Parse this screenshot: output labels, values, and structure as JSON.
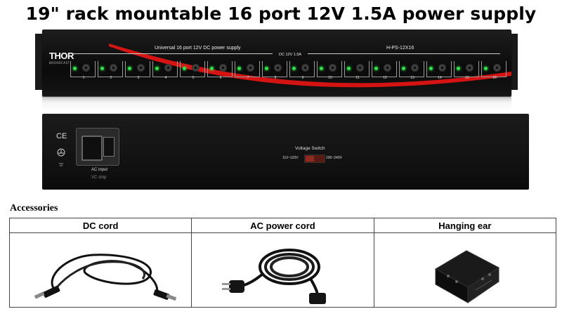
{
  "title": "19\" rack mountable 16 port 12V 1.5A power supply",
  "front_panel": {
    "brand": "THOR",
    "brand_sub": "BROADCAST",
    "label_main": "Universal 16 port 12V DC power supply",
    "label_rating": "DC 12V 1.5A",
    "model": "H-PS-12X16",
    "ports": [
      "1",
      "2",
      "3",
      "4",
      "5",
      "6",
      "7",
      "8",
      "9",
      "10",
      "11",
      "12",
      "13",
      "14",
      "15",
      "16"
    ],
    "led_color": "#32e04a",
    "stripe_color": "#e01414"
  },
  "back_panel": {
    "ce_mark": "CE",
    "ac_input_label": "AC input",
    "ac_sub_label": "VC strip",
    "voltage_switch_label": "Voltage Switch",
    "voltage_low": "110~120V",
    "voltage_high": "200~240V"
  },
  "accessories": {
    "heading": "Accessories",
    "columns": [
      "DC cord",
      "AC power cord",
      "Hanging ear"
    ]
  }
}
